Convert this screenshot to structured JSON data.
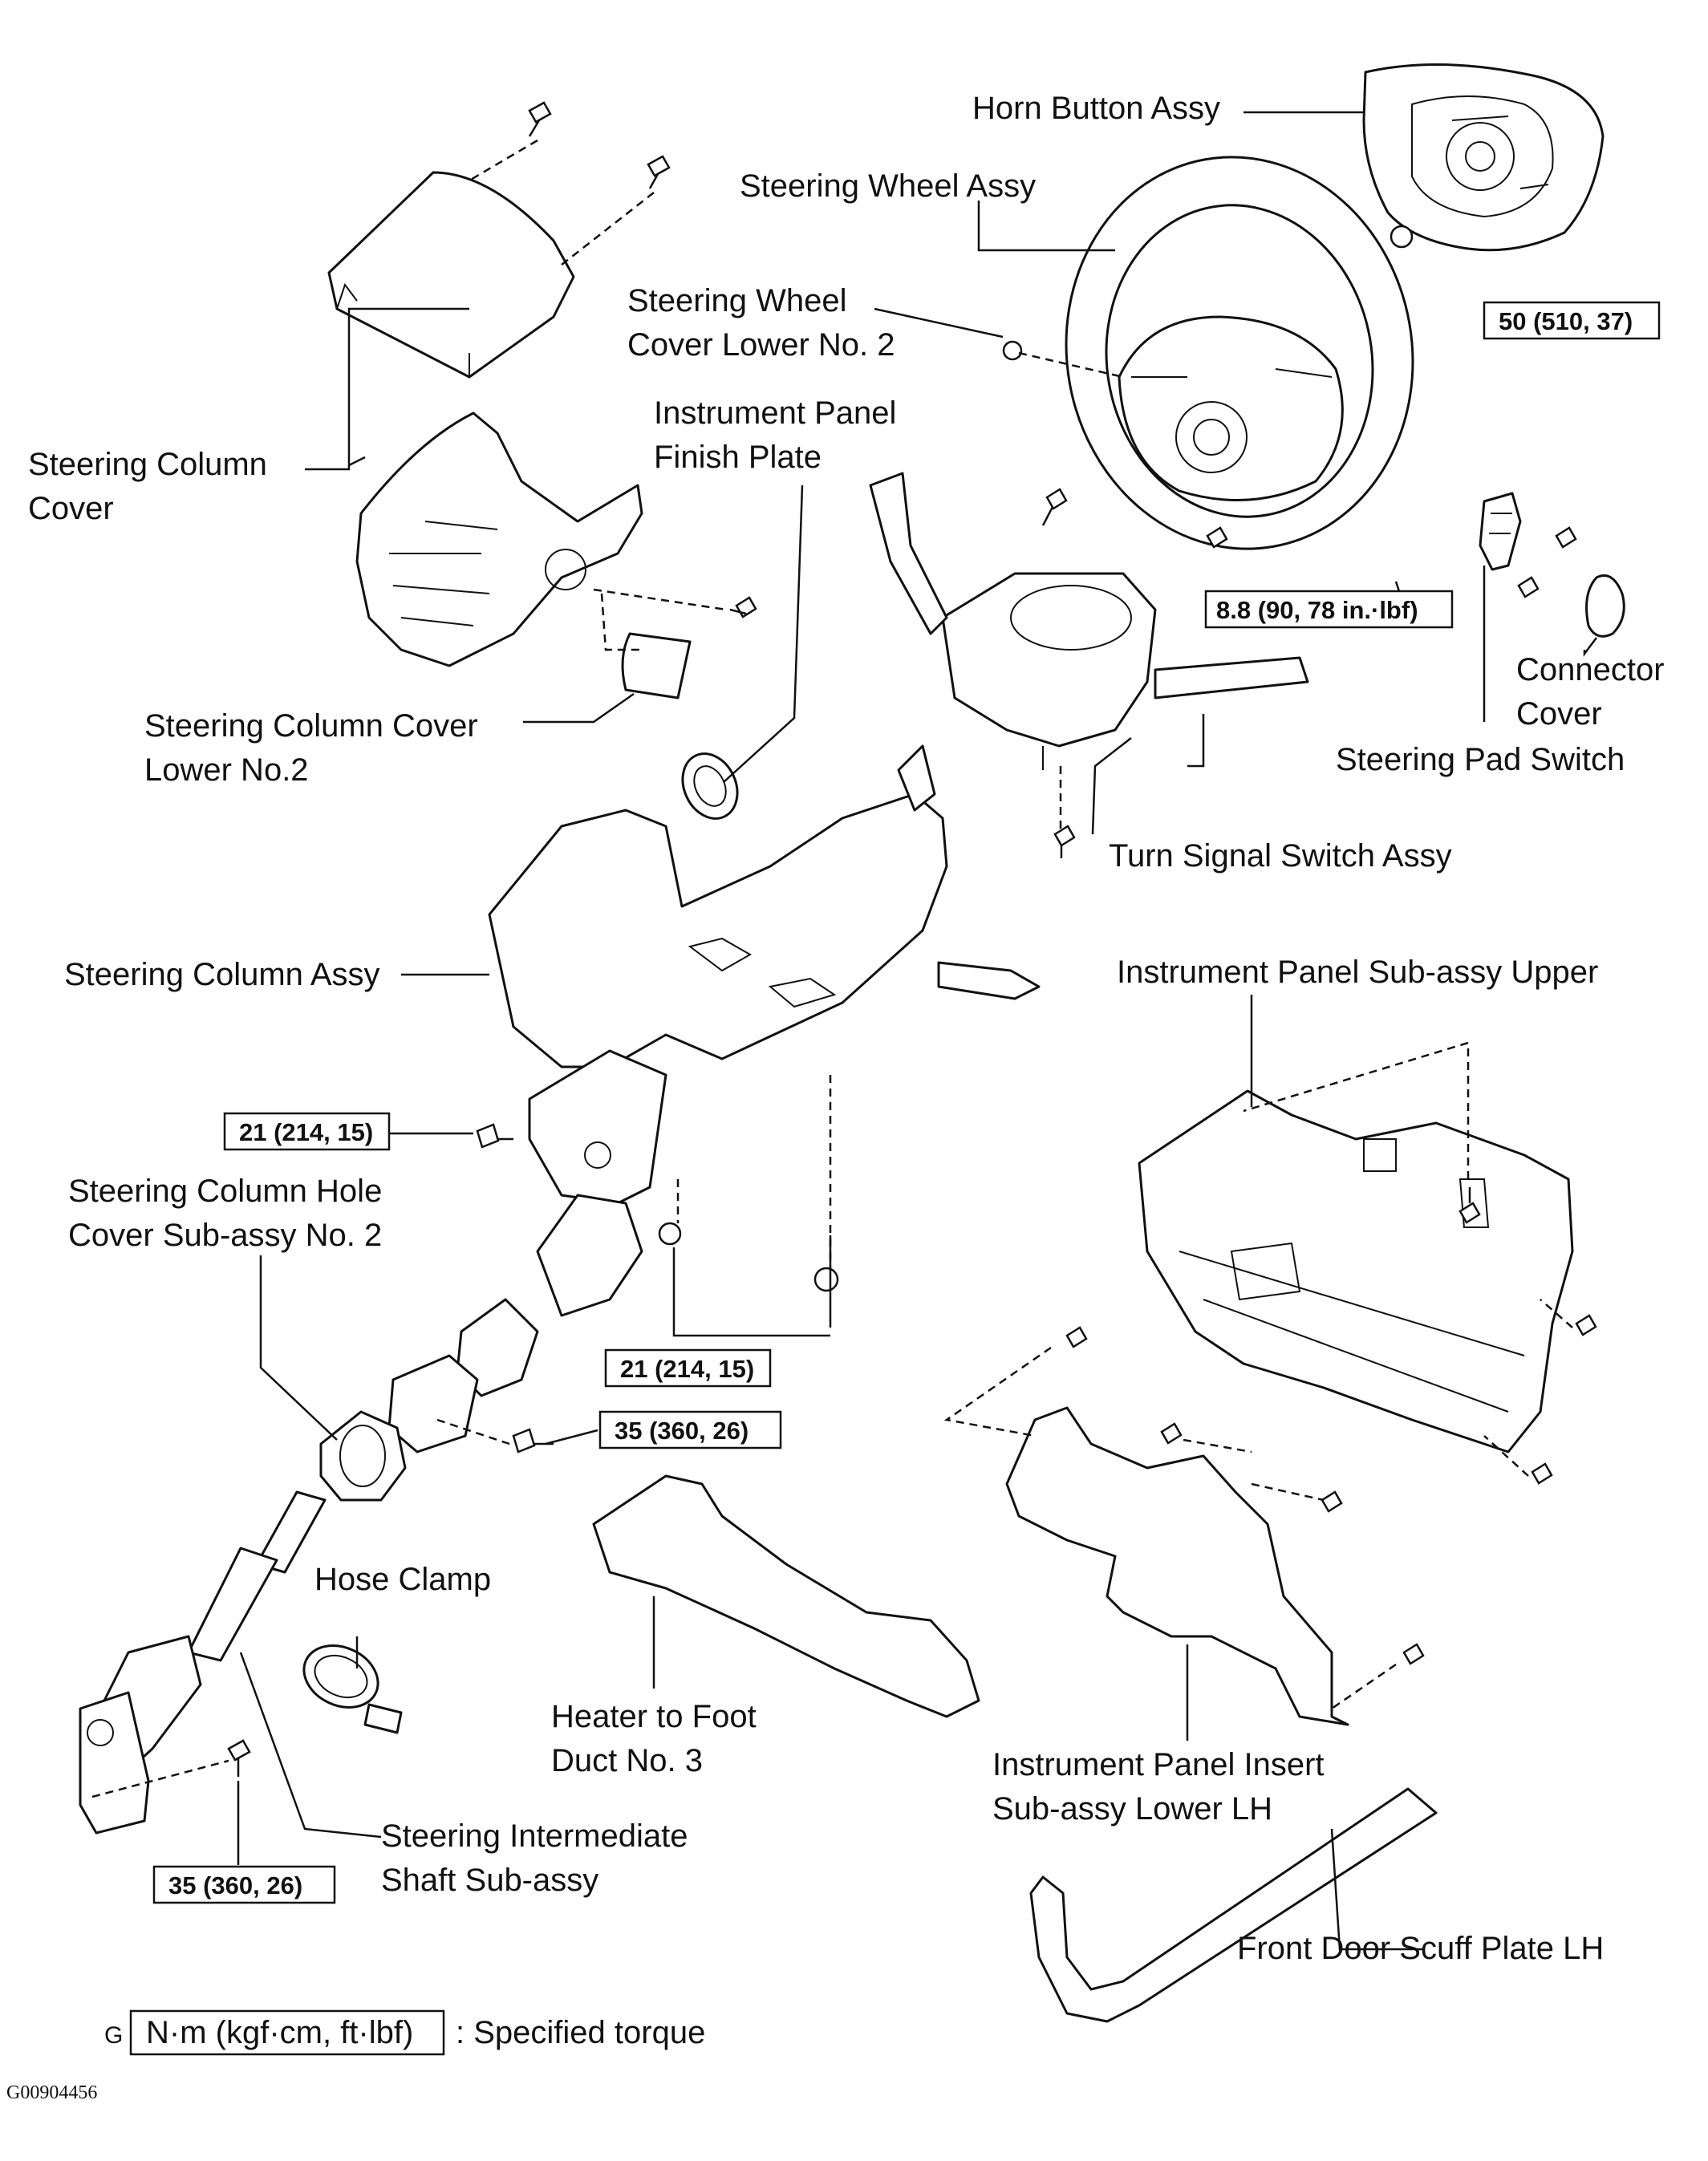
{
  "labels": {
    "horn_button": "Horn Button Assy",
    "steering_wheel": "Steering Wheel Assy",
    "wheel_cover_lower_1": "Steering Wheel",
    "wheel_cover_lower_2": "Cover Lower No. 2",
    "panel_finish_1": "Instrument Panel",
    "panel_finish_2": "Finish Plate",
    "column_cover_1": "Steering Column",
    "column_cover_2": "Cover",
    "column_cover_lower_1": "Steering Column Cover",
    "column_cover_lower_2": "Lower No.2",
    "connector_cover_1": "Connector",
    "connector_cover_2": "Cover",
    "pad_switch": "Steering Pad Switch",
    "turn_signal": "Turn Signal Switch Assy",
    "column_assy": "Steering Column Assy",
    "panel_upper": "Instrument Panel Sub-assy Upper",
    "hole_cover_1": "Steering Column Hole",
    "hole_cover_2": "Cover Sub-assy No. 2",
    "hose_clamp": "Hose Clamp",
    "heater_duct_1": "Heater to Foot",
    "heater_duct_2": "Duct No. 3",
    "panel_insert_1": "Instrument Panel Insert",
    "panel_insert_2": "Sub-assy Lower LH",
    "intermediate_shaft_1": "Steering Intermediate",
    "intermediate_shaft_2": "Shaft Sub-assy",
    "scuff_plate": "Front Door Scuff Plate LH"
  },
  "torques": {
    "horn_nut": "50 (510, 37)",
    "pad_screw": "8.8 (90, 78 in.·lbf)",
    "column_bolt": "21 (214, 15)",
    "column_nuts": "21 (214, 15)",
    "shaft_bolt_upper": "35 (360, 26)",
    "shaft_bolt_lower": "35 (360, 26)"
  },
  "legend": {
    "prefix": "G",
    "unit": "N·m (kgf·cm, ft·lbf)",
    "text": ": Specified torque"
  },
  "figure_code": "G00904456"
}
